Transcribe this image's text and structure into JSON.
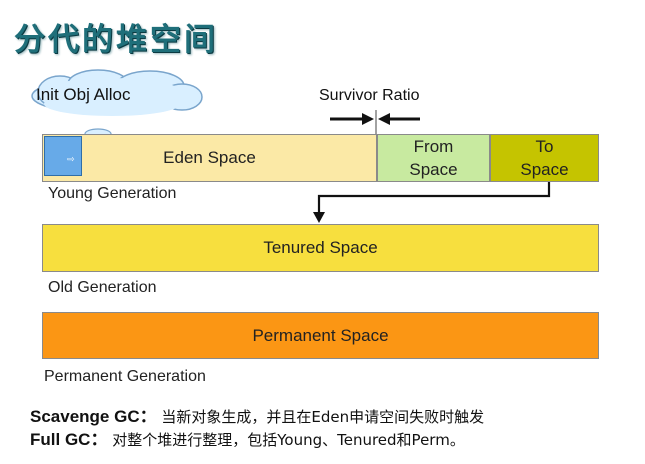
{
  "title": "分代的堆空间",
  "diagram": {
    "cloud_label": "Init Obj Alloc",
    "survivor_ratio_label": "Survivor Ratio",
    "young": {
      "eden": "Eden Space",
      "from_line1": "From",
      "from_line2": "Space",
      "to_line1": "To",
      "to_line2": "Space",
      "generation_label": "Young Generation"
    },
    "old": {
      "space": "Tenured Space",
      "generation_label": "Old Generation"
    },
    "perm": {
      "space": "Permanent Space",
      "generation_label": "Permanent Generation"
    },
    "object_marker": "⇨",
    "colors": {
      "eden": "#fbe9a6",
      "from": "#c8eaa0",
      "to": "#c5c400",
      "tenured": "#f7df3e",
      "permanent": "#fb9614",
      "cloud": "#d9efff",
      "title": "#1f6f7a"
    }
  },
  "notes": [
    {
      "key": "Scavenge GC：",
      "text": "当新对象生成，并且在Eden申请空间失败时触发"
    },
    {
      "key": "Full GC：",
      "text": "对整个堆进行整理，包括Young、Tenured和Perm。"
    }
  ]
}
